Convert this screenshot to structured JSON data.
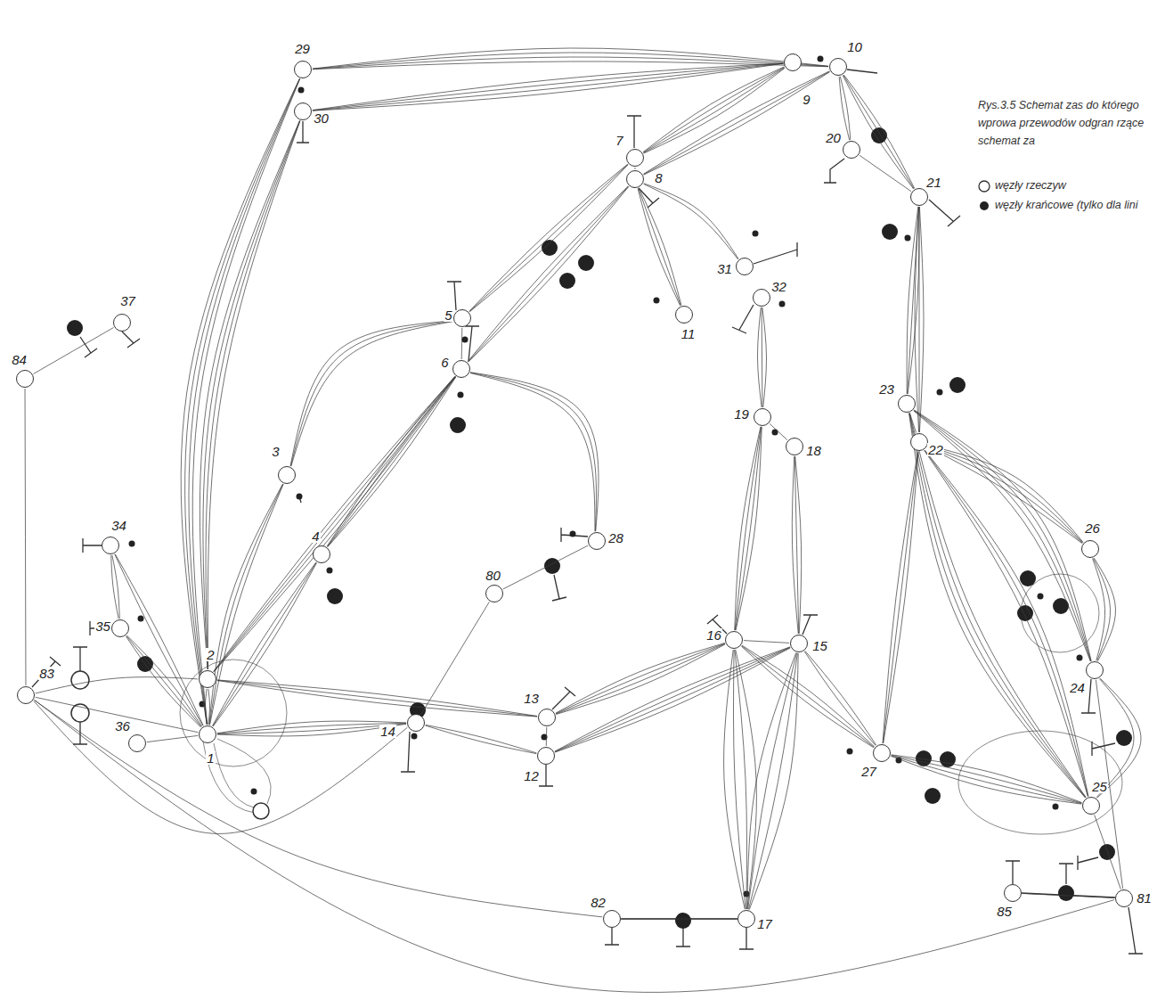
{
  "diagram": {
    "caption": "Rys.3.5 Schemat zas do którego wprowa przewodów odgran rzące schemat za",
    "nodes": [
      {
        "text": [
          "29"
        ]
      },
      {
        "text": [
          "10"
        ]
      },
      {
        "text": [
          "30"
        ]
      },
      {
        "text": [
          "9"
        ]
      },
      {
        "text": [
          "7"
        ]
      },
      {
        "text": [
          "20"
        ]
      },
      {
        "text": [
          "8"
        ]
      },
      {
        "text": [
          "21"
        ]
      },
      {
        "text": [
          "31"
        ]
      },
      {
        "text": [
          "32"
        ]
      },
      {
        "text": [
          "5"
        ]
      },
      {
        "text": [
          "11"
        ]
      },
      {
        "text": [
          "37"
        ]
      },
      {
        "text": [
          "6"
        ]
      },
      {
        "text": [
          "84"
        ]
      },
      {
        "text": [
          "23"
        ]
      },
      {
        "text": [
          "19"
        ]
      },
      {
        "text": [
          "22"
        ]
      },
      {
        "text": [
          "18"
        ]
      },
      {
        "text": [
          "3"
        ]
      },
      {
        "text": [
          "26"
        ]
      },
      {
        "text": [
          "28"
        ]
      },
      {
        "text": [
          "34"
        ]
      },
      {
        "text": [
          "4"
        ]
      },
      {
        "text": [
          "80"
        ]
      },
      {
        "text": [
          "35"
        ]
      },
      {
        "text": [
          "16"
        ]
      },
      {
        "text": [
          "15"
        ]
      },
      {
        "text": [
          "2"
        ]
      },
      {
        "text": [
          "24"
        ]
      },
      {
        "text": [
          "83"
        ]
      },
      {
        "text": [
          "13"
        ]
      },
      {
        "text": [
          "14"
        ]
      },
      {
        "text": [
          "1"
        ]
      },
      {
        "text": [
          "36"
        ]
      },
      {
        "text": [
          "27"
        ]
      },
      {
        "text": [
          "12"
        ]
      },
      {
        "text": [
          "25"
        ]
      },
      {
        "text": [
          "85"
        ]
      },
      {
        "text": [
          "81"
        ]
      },
      {
        "text": [
          "82"
        ]
      },
      {
        "text": [
          "17"
        ]
      }
    ],
    "edges": [
      {
        "from": 0,
        "to": 1,
        "arrow": "none"
      },
      {
        "from": 2,
        "to": 3,
        "arrow": "none"
      },
      {
        "from": 0,
        "to": 33,
        "arrow": "none"
      },
      {
        "from": 2,
        "to": 28,
        "arrow": "none"
      },
      {
        "from": 3,
        "to": 4,
        "arrow": "none"
      },
      {
        "from": 1,
        "to": 6,
        "arrow": "none"
      },
      {
        "from": 4,
        "to": 6,
        "arrow": "none"
      },
      {
        "from": 6,
        "to": 8,
        "arrow": "none"
      },
      {
        "from": 6,
        "to": 11,
        "arrow": "none"
      },
      {
        "from": 4,
        "to": 10,
        "arrow": "none"
      },
      {
        "from": 6,
        "to": 13,
        "arrow": "none"
      },
      {
        "from": 10,
        "to": 13,
        "arrow": "none"
      },
      {
        "from": 10,
        "to": 19,
        "arrow": "none"
      },
      {
        "from": 19,
        "to": 33,
        "arrow": "none"
      },
      {
        "from": 13,
        "to": 23,
        "arrow": "none"
      },
      {
        "from": 13,
        "to": 28,
        "arrow": "none"
      },
      {
        "from": 23,
        "to": 33,
        "arrow": "none"
      },
      {
        "from": 13,
        "to": 21,
        "arrow": "none"
      },
      {
        "from": 21,
        "to": 24,
        "arrow": "none"
      },
      {
        "from": 24,
        "to": 32,
        "arrow": "none"
      },
      {
        "from": 1,
        "to": 5,
        "arrow": "none"
      },
      {
        "from": 1,
        "to": 7,
        "arrow": "none"
      },
      {
        "from": 5,
        "to": 7,
        "arrow": "none"
      },
      {
        "from": 7,
        "to": 15,
        "arrow": "none"
      },
      {
        "from": 7,
        "to": 17,
        "arrow": "none"
      },
      {
        "from": 15,
        "to": 17,
        "arrow": "none"
      },
      {
        "from": 17,
        "to": 20,
        "arrow": "none"
      },
      {
        "from": 15,
        "to": 29,
        "arrow": "none"
      },
      {
        "from": 20,
        "to": 29,
        "arrow": "none"
      },
      {
        "from": 17,
        "to": 35,
        "arrow": "none"
      },
      {
        "from": 15,
        "to": 37,
        "arrow": "none"
      },
      {
        "from": 17,
        "to": 37,
        "arrow": "none"
      },
      {
        "from": 35,
        "to": 37,
        "arrow": "none"
      },
      {
        "from": 29,
        "to": 37,
        "arrow": "none"
      },
      {
        "from": 29,
        "to": 39,
        "arrow": "none"
      },
      {
        "from": 37,
        "to": 39,
        "arrow": "none"
      },
      {
        "from": 39,
        "to": 38,
        "arrow": "none"
      },
      {
        "from": 30,
        "to": 39,
        "arrow": "none"
      },
      {
        "from": 30,
        "to": 40,
        "arrow": "none"
      },
      {
        "from": 40,
        "to": 41,
        "arrow": "none"
      },
      {
        "from": 30,
        "to": 32,
        "arrow": "none"
      },
      {
        "from": 30,
        "to": 28,
        "arrow": "none"
      },
      {
        "from": 30,
        "to": 33,
        "arrow": "none"
      },
      {
        "from": 30,
        "to": 14,
        "arrow": "none"
      },
      {
        "from": 14,
        "to": 12,
        "arrow": "none"
      },
      {
        "from": 22,
        "to": 25,
        "arrow": "none"
      },
      {
        "from": 25,
        "to": 33,
        "arrow": "none"
      },
      {
        "from": 22,
        "to": 33,
        "arrow": "none"
      },
      {
        "from": 34,
        "to": 33,
        "arrow": "none"
      },
      {
        "from": 28,
        "to": 33,
        "arrow": "none"
      },
      {
        "from": 33,
        "to": 32,
        "arrow": "none"
      },
      {
        "from": 28,
        "to": 31,
        "arrow": "none"
      },
      {
        "from": 32,
        "to": 36,
        "arrow": "none"
      },
      {
        "from": 31,
        "to": 36,
        "arrow": "none"
      },
      {
        "from": 31,
        "to": 26,
        "arrow": "none"
      },
      {
        "from": 36,
        "to": 27,
        "arrow": "none"
      },
      {
        "from": 9,
        "to": 16,
        "arrow": "none"
      },
      {
        "from": 16,
        "to": 18,
        "arrow": "none"
      },
      {
        "from": 16,
        "to": 26,
        "arrow": "none"
      },
      {
        "from": 18,
        "to": 27,
        "arrow": "none"
      },
      {
        "from": 26,
        "to": 27,
        "arrow": "none"
      },
      {
        "from": 26,
        "to": 41,
        "arrow": "none"
      },
      {
        "from": 27,
        "to": 41,
        "arrow": "none"
      },
      {
        "from": 26,
        "to": 35,
        "arrow": "none"
      },
      {
        "from": 27,
        "to": 35,
        "arrow": "none"
      }
    ],
    "legend": [
      {
        "text": "węzły rzeczyw"
      },
      {
        "text": "węzły krańcowe (tylko dla lini"
      }
    ]
  }
}
